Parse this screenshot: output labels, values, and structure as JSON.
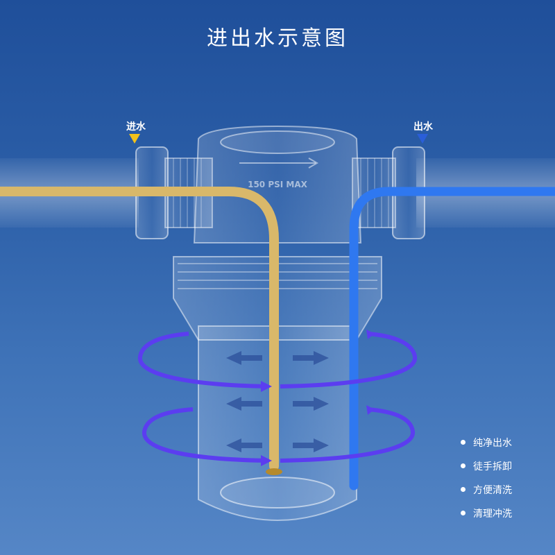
{
  "title": "进出水示意图",
  "inlet_label": "进水",
  "outlet_label": "出水",
  "housing_text": "150 PSI MAX",
  "features": [
    "纯净出水",
    "徒手拆卸",
    "方便清洗",
    "清理冲洗"
  ],
  "colors": {
    "inlet_pipe": "#d9b86a",
    "outlet_pipe": "#2f78f0",
    "flow_ring": "#5b3df0",
    "inlet_marker": "#f2c21a",
    "outlet_marker": "#2a5ed8"
  }
}
